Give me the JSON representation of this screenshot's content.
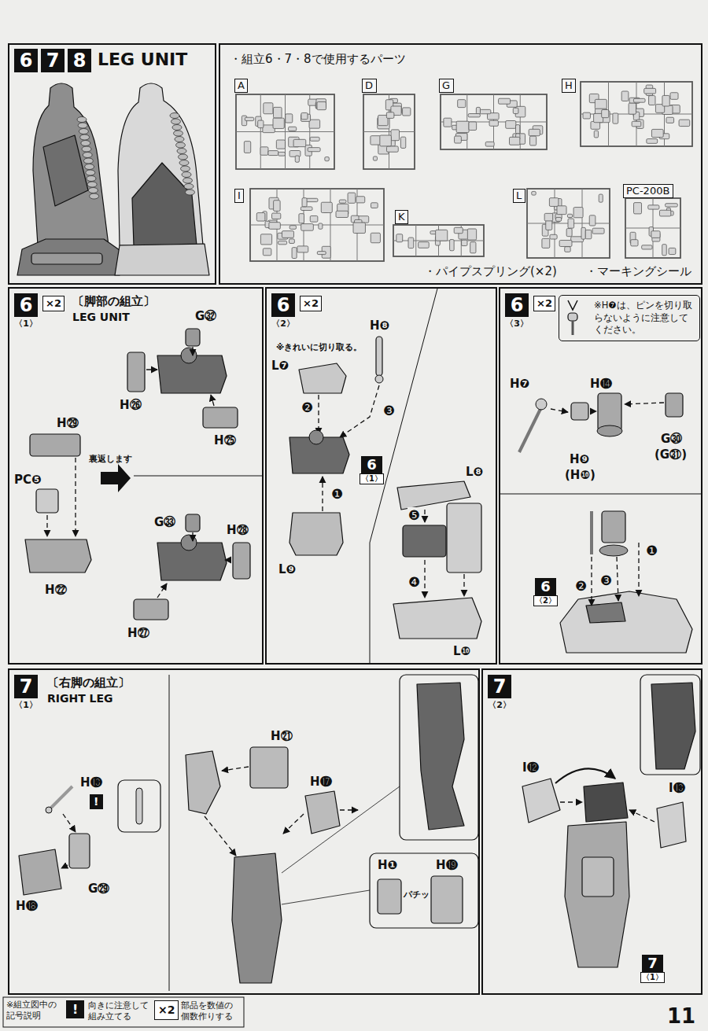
{
  "diagram": {
    "nodes": [
      {
        "text": [
          "6",
          "7",
          "8",
          "LEG UNIT"
        ]
      },
      {
        "text": [
          "・組立6・7・8で使用するパーツ",
          "・パイプスプリング(×2)",
          "・マーキングシール"
        ]
      },
      {
        "text": [
          "A"
        ],
        "in": 1
      },
      {
        "text": [
          "D"
        ],
        "in": 1
      },
      {
        "text": [
          "G"
        ],
        "in": 1
      },
      {
        "text": [
          "H"
        ],
        "in": 1
      },
      {
        "text": [
          "I"
        ],
        "in": 1
      },
      {
        "text": [
          "K"
        ],
        "in": 1
      },
      {
        "text": [
          "L"
        ],
        "in": 1
      },
      {
        "text": [
          "PC-200B"
        ],
        "in": 1
      },
      {
        "text": [
          "6",
          "〈1〉",
          "×2",
          "〔脚部の組立〕",
          "LEG UNIT"
        ]
      },
      {
        "text": [
          "6",
          "〈2〉",
          "×2"
        ]
      },
      {
        "text": [
          "6",
          "〈1〉"
        ],
        "in": 11
      },
      {
        "text": [
          "6",
          "〈3〉",
          "×2"
        ]
      },
      {
        "text": [
          "※H❼は、ピンを切り取らないように注意してください。"
        ],
        "in": 13
      },
      {
        "text": [
          "6",
          "〈2〉"
        ],
        "in": 13
      },
      {
        "text": [
          "7",
          "〈1〉",
          "〔右脚の組立〕",
          "RIGHT LEG"
        ]
      },
      {
        "text": [
          "!"
        ],
        "in": 16
      },
      {
        "text": [
          "7",
          "〈2〉"
        ]
      },
      {
        "text": [
          "7",
          "〈1〉"
        ],
        "in": 18
      }
    ],
    "labels": [
      "G㉜",
      "H㉖",
      "H㉕",
      "H㉙",
      "PC❺",
      "裏返します",
      "H㉒",
      "G㉝",
      "H㉘",
      "H㉗",
      "※きれいに切り取る。",
      "H❽",
      "L❼",
      "❷",
      "❸",
      "❶",
      "L❾",
      "L❽",
      "❺",
      "❹",
      "L❿",
      "H❼",
      "H⓮",
      "G㉚",
      "(G㉛)",
      "H❾",
      "(H❿)",
      "❶",
      "❷",
      "❸",
      "H⓭",
      "G㉙",
      "H⓲",
      "H㉑",
      "H⓱",
      "H❶",
      "パチッ",
      "H⓳",
      "I⓬",
      "I⓭",
      "※組立図中の記号説明",
      "!",
      "×2",
      "11"
    ],
    "legend": [
      {
        "text": "向きに注意して組み立てる"
      },
      {
        "text": "部品を数値の個数作りする"
      }
    ]
  }
}
